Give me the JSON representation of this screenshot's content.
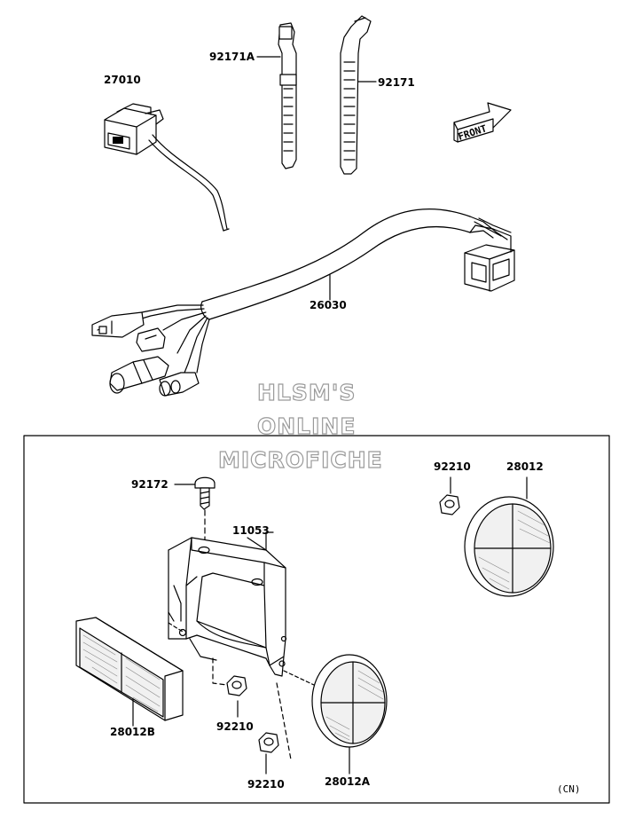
{
  "diagram": {
    "parts": {
      "p27010": "27010",
      "p92171A": "92171A",
      "p92171": "92171",
      "p26030": "26030",
      "p92172": "92172",
      "p11053": "11053",
      "p92210_top": "92210",
      "p28012": "28012",
      "p28012B": "28012B",
      "p92210_mid": "92210",
      "p92210_bot": "92210",
      "p28012A": "28012A"
    },
    "front_label": "FRONT",
    "region_code": "(CN)"
  },
  "watermark": {
    "line1": "HLSM'S",
    "line2": "ONLINE",
    "line3": "MICROFICHE"
  }
}
